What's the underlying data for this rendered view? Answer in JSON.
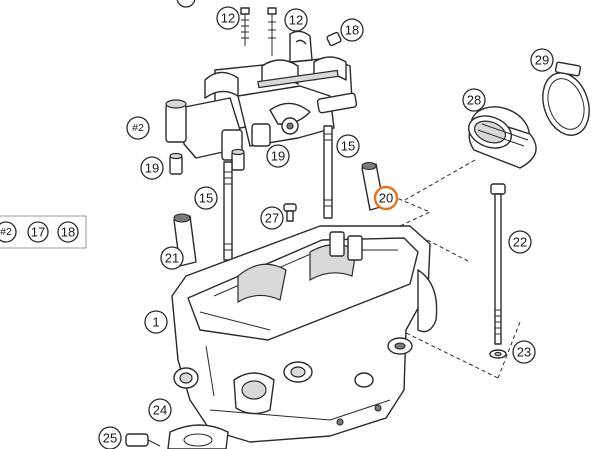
{
  "callouts": [
    {
      "id": "c12a",
      "label": "12"
    },
    {
      "id": "c12b",
      "label": "12"
    },
    {
      "id": "c18",
      "label": "18"
    },
    {
      "id": "c29",
      "label": "29"
    },
    {
      "id": "c28",
      "label": "28"
    },
    {
      "id": "c2",
      "label": "#2"
    },
    {
      "id": "c19a",
      "label": "19"
    },
    {
      "id": "c19b",
      "label": "19"
    },
    {
      "id": "c15a",
      "label": "15"
    },
    {
      "id": "c15b",
      "label": "15"
    },
    {
      "id": "c20",
      "label": "20",
      "highlight": true
    },
    {
      "id": "c27",
      "label": "27"
    },
    {
      "id": "c22",
      "label": "22"
    },
    {
      "id": "c21",
      "label": "21"
    },
    {
      "id": "c1",
      "label": "1"
    },
    {
      "id": "c23",
      "label": "23"
    },
    {
      "id": "c24",
      "label": "24"
    },
    {
      "id": "c25",
      "label": "25"
    }
  ],
  "legend": [
    "#2",
    "17",
    "18"
  ],
  "colors": {
    "highlight": "#e8731c",
    "line": "#2a2a2a",
    "shade": "#d9d9d9"
  }
}
